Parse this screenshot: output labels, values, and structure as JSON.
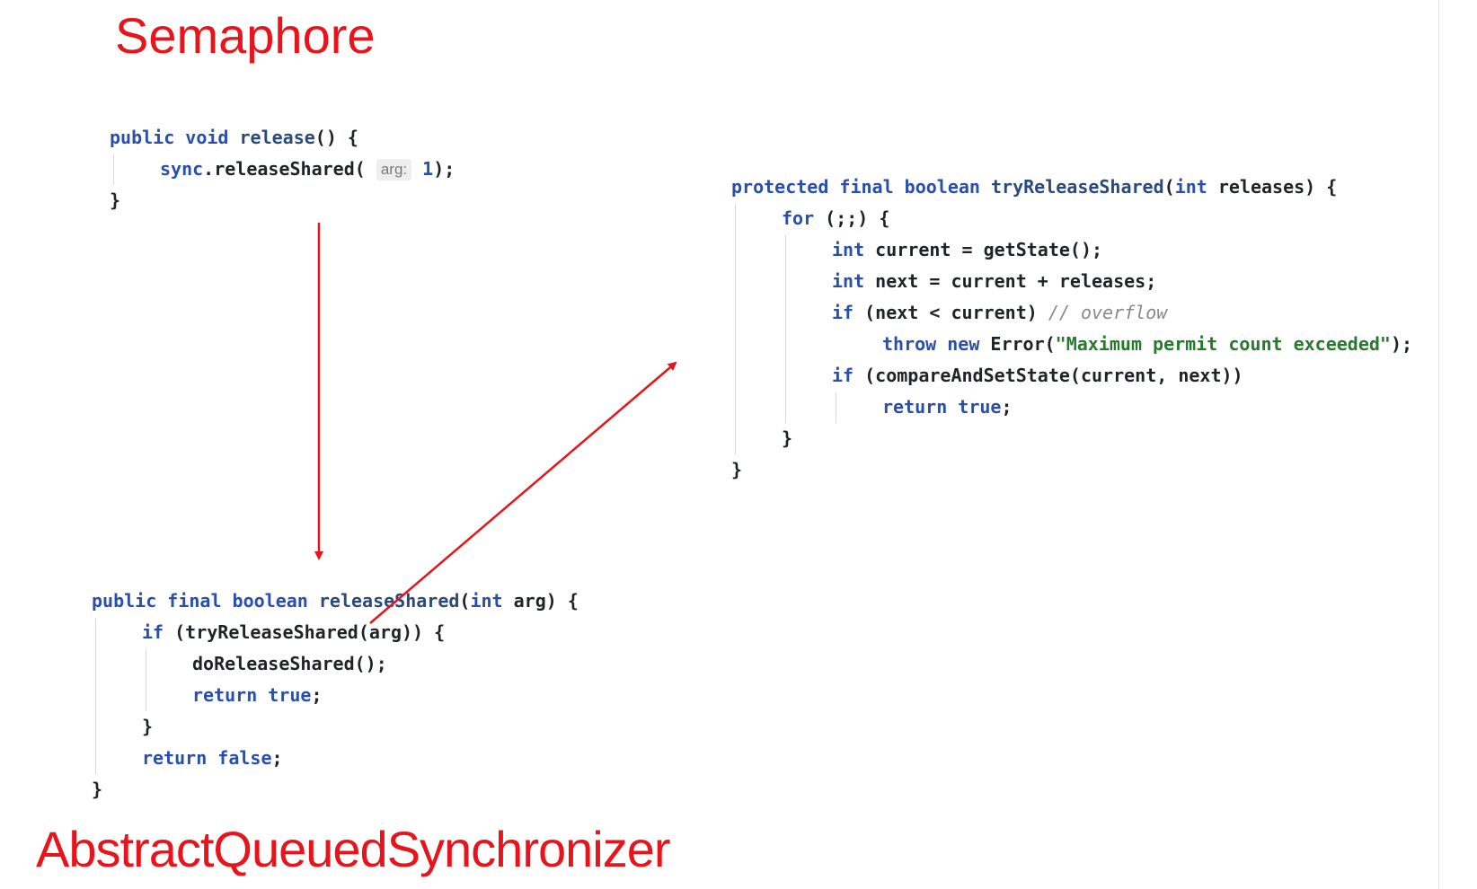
{
  "titles": {
    "top": "Semaphore",
    "bottom": "AbstractQueuedSynchronizer"
  },
  "release_method": {
    "line1": {
      "kw1": "public void ",
      "name": "release",
      "rest": "() {"
    },
    "line2": {
      "obj": "sync",
      "call": ".releaseShared( ",
      "hint": "arg:",
      "num": "1",
      "end": ");"
    },
    "line3": "}"
  },
  "release_shared_method": {
    "line1": {
      "kw": "public final boolean ",
      "name": "releaseShared",
      "p1": "(",
      "pkw": "int",
      "p2": " arg) {"
    },
    "line2": {
      "kw": "if",
      "rest": " (tryReleaseShared(arg)) {"
    },
    "line3": "doReleaseShared();",
    "line4": {
      "kw": "return true",
      "end": ";"
    },
    "line5": "}",
    "line6": {
      "kw": "return false",
      "end": ";"
    },
    "line7": "}"
  },
  "try_release_shared_method": {
    "line1": {
      "kw": "protected final boolean ",
      "name": "tryReleaseShared",
      "p1": "(",
      "pkw": "int",
      "p2": " releases) {"
    },
    "line2": {
      "kw": "for",
      "rest": " (;;) {"
    },
    "line3": {
      "kw": "int",
      "rest": " current = getState();"
    },
    "line4": {
      "kw": "int",
      "rest": " next = current + releases;"
    },
    "line5": {
      "kw": "if",
      "rest": " (next < current) ",
      "comment": "// overflow"
    },
    "line6": {
      "kw": "throw new",
      "rest": " Error(",
      "str": "\"Maximum permit count exceeded\"",
      "end": ");"
    },
    "line7": {
      "kw": "if",
      "rest": " (compareAndSetState(current, next))"
    },
    "line8": {
      "kw": "return true",
      "end": ";"
    },
    "line9": "}",
    "line10": "}"
  },
  "colors": {
    "annotation": "#e8141b",
    "keyword": "#2a4fa8",
    "string": "#277a2b",
    "comment": "#888888"
  }
}
